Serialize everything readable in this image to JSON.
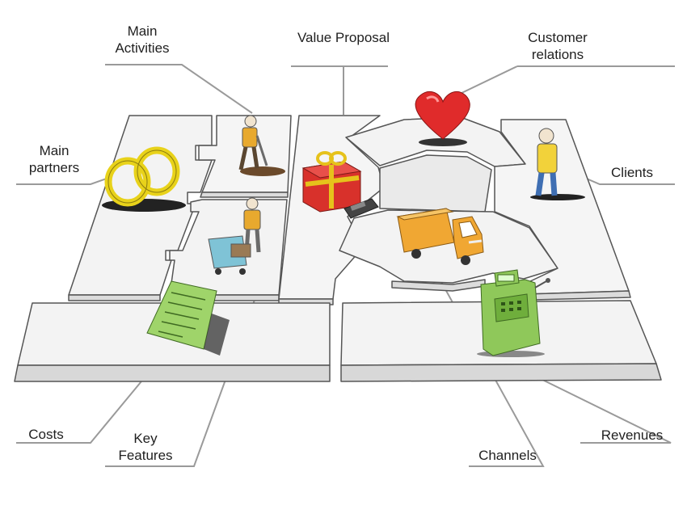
{
  "labels": {
    "main_activities": [
      "Main",
      "Activities"
    ],
    "value_proposal": "Value Proposal",
    "customer_relations": [
      "Customer",
      "relations"
    ],
    "main_partners": [
      "Main",
      "partners"
    ],
    "clients": "Clients",
    "costs": "Costs",
    "key_features": [
      "Key",
      "Features"
    ],
    "channels": "Channels",
    "revenues": "Revenues"
  },
  "colors": {
    "board_top": "#f3f3f3",
    "board_side": "#dcdcdc",
    "outline": "#555555",
    "leader": "#9a9a9a",
    "rings": "#e8d21a",
    "heart": "#e02b2b",
    "gift_box": "#d8312b",
    "gift_ribbon": "#e6c21b",
    "truck": "#f0a733",
    "register": "#8fc85a",
    "document": "#9fd46a",
    "person_shirt": "#e8a92e",
    "client_shirt": "#f2d23a",
    "client_pants": "#3f6fb3",
    "cart": "#7fc3d6"
  },
  "icons": [
    "rings-icon",
    "worker-digging-icon",
    "worker-cart-icon",
    "gift-icon",
    "phone-icon",
    "heart-icon",
    "truck-icon",
    "client-person-icon",
    "cash-register-icon",
    "document-icon"
  ]
}
